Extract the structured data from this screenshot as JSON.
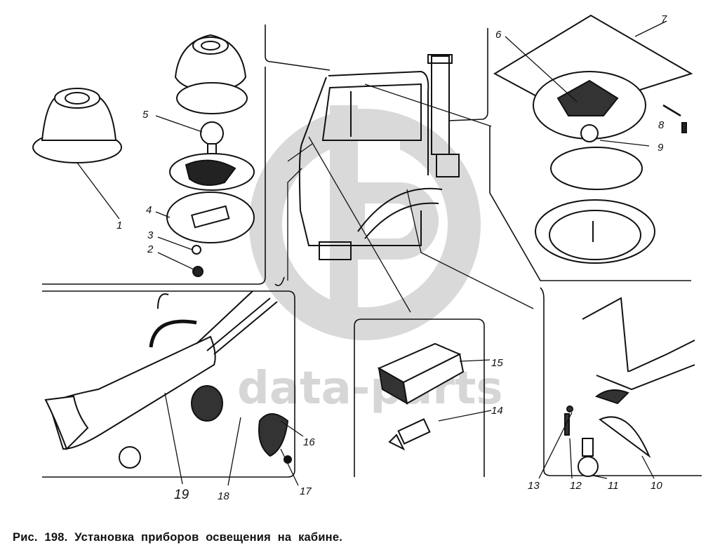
{
  "figure": {
    "caption": "Рис. 198. Установка приборов освещения на кабине.",
    "watermark": {
      "text": "data-parts",
      "logo": "dp-circle-logo"
    },
    "panels": [
      {
        "id": "top-left",
        "subject": "cab marker lamp assembly",
        "callouts": [
          "1",
          "2",
          "3",
          "4",
          "5"
        ]
      },
      {
        "id": "center",
        "subject": "cab (side view)",
        "callouts": []
      },
      {
        "id": "top-right",
        "subject": "cab interior dome lamp",
        "callouts": [
          "6",
          "7",
          "8",
          "9"
        ]
      },
      {
        "id": "bottom-left",
        "subject": "portable lamp with cable",
        "callouts": [
          "16",
          "17",
          "18",
          "19"
        ]
      },
      {
        "id": "bottom-center",
        "subject": "step lamp / switch block",
        "callouts": [
          "14",
          "15"
        ]
      },
      {
        "id": "bottom-right",
        "subject": "step illumination lamp",
        "callouts": [
          "10",
          "11",
          "12",
          "13"
        ]
      }
    ],
    "labels": {
      "l1": "1",
      "l2": "2",
      "l3": "3",
      "l4": "4",
      "l5": "5",
      "l6": "6",
      "l7": "7",
      "l8": "8",
      "l9": "9",
      "l10": "10",
      "l11": "11",
      "l12": "12",
      "l13": "13",
      "l14": "14",
      "l15": "15",
      "l16": "16",
      "l17": "17",
      "l18": "18",
      "l19": "19"
    }
  }
}
